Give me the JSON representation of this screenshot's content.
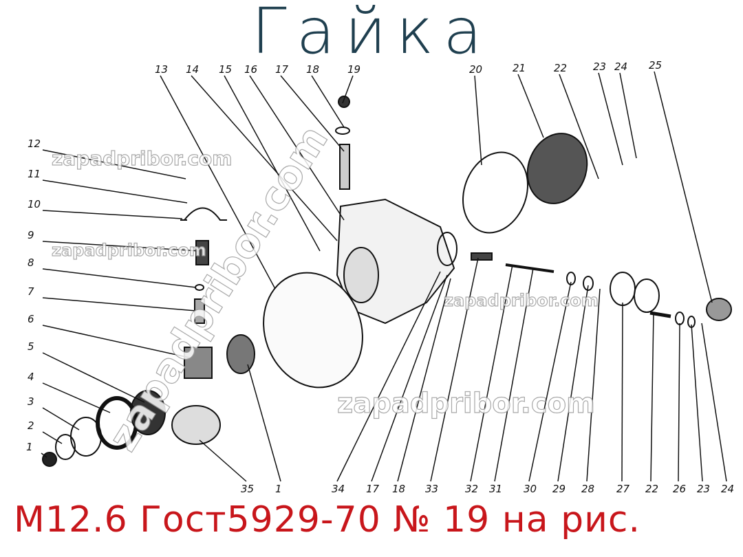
{
  "title": "Гайка",
  "subtitle": "М12.6 Гост5929-70 № 19 на рис.",
  "watermark": "zapadpribor.com",
  "colors": {
    "title": "#1f3f4f",
    "subtitle": "#c8161b",
    "watermark_outline": "#9a9a9a",
    "drawing": "#111111"
  },
  "callouts": {
    "top": [
      "13",
      "14",
      "15",
      "16",
      "17",
      "18",
      "19",
      "20",
      "21",
      "22",
      "23",
      "24",
      "25"
    ],
    "left": [
      "12",
      "11",
      "10",
      "9",
      "8",
      "7",
      "6",
      "5",
      "4",
      "3",
      "2",
      "1"
    ],
    "bottom": [
      "35",
      "1",
      "34",
      "17",
      "18",
      "33",
      "32",
      "31",
      "30",
      "29",
      "28",
      "27",
      "22",
      "26",
      "23",
      "24"
    ]
  }
}
